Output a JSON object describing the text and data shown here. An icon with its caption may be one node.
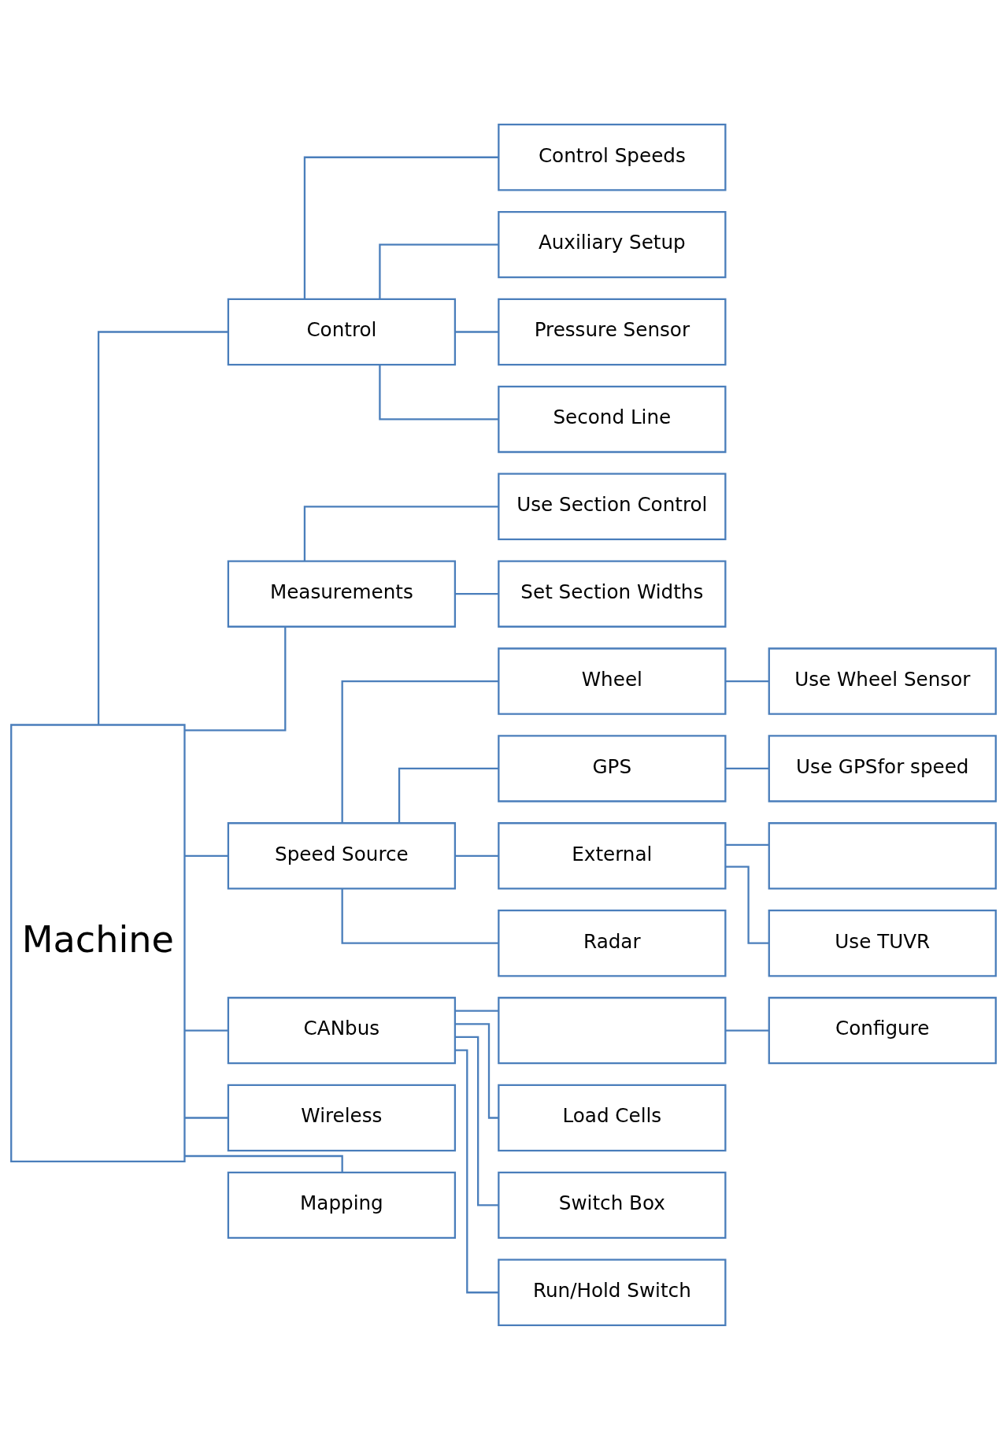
{
  "diagram": {
    "nodes": [
      {
        "text": [
          "Machine"
        ]
      },
      {
        "text": [
          "Control"
        ]
      },
      {
        "text": [
          "Measurements"
        ]
      },
      {
        "text": [
          "Speed Source"
        ]
      },
      {
        "text": [
          "CANbus"
        ]
      },
      {
        "text": [
          "Wireless"
        ]
      },
      {
        "text": [
          "Mapping"
        ]
      },
      {
        "text": [
          "Control Speeds"
        ]
      },
      {
        "text": [
          "Auxiliary Setup"
        ]
      },
      {
        "text": [
          "Pressure Sensor"
        ]
      },
      {
        "text": [
          "Second Line"
        ]
      },
      {
        "text": [
          "Use Section Control"
        ]
      },
      {
        "text": [
          "Set Section Widths"
        ]
      },
      {
        "text": [
          "Wheel"
        ]
      },
      {
        "text": [
          "GPS"
        ]
      },
      {
        "text": [
          "External"
        ]
      },
      {
        "text": [
          "Radar"
        ]
      },
      {
        "text": [],
        "shape": "box"
      },
      {
        "text": [
          "Load Cells"
        ]
      },
      {
        "text": [
          "Switch Box"
        ]
      },
      {
        "text": [
          "Run/Hold Switch"
        ]
      },
      {
        "text": [
          "Use Wheel Sensor"
        ]
      },
      {
        "text": [
          "Use GPSfor speed"
        ]
      },
      {
        "text": [],
        "shape": "box"
      },
      {
        "text": [
          "Use TUVR"
        ]
      },
      {
        "text": [
          "Configure"
        ]
      }
    ],
    "edges": [
      {
        "from": 0,
        "to": 1,
        "arrow": "none"
      },
      {
        "from": 0,
        "to": 2,
        "arrow": "none"
      },
      {
        "from": 0,
        "to": 3,
        "arrow": "none"
      },
      {
        "from": 0,
        "to": 4,
        "arrow": "none"
      },
      {
        "from": 0,
        "to": 5,
        "arrow": "none"
      },
      {
        "from": 0,
        "to": 6,
        "arrow": "none"
      },
      {
        "from": 1,
        "to": 7,
        "arrow": "none"
      },
      {
        "from": 1,
        "to": 8,
        "arrow": "none"
      },
      {
        "from": 1,
        "to": 9,
        "arrow": "none"
      },
      {
        "from": 1,
        "to": 10,
        "arrow": "none"
      },
      {
        "from": 2,
        "to": 11,
        "arrow": "none"
      },
      {
        "from": 2,
        "to": 12,
        "arrow": "none"
      },
      {
        "from": 3,
        "to": 13,
        "arrow": "none"
      },
      {
        "from": 3,
        "to": 14,
        "arrow": "none"
      },
      {
        "from": 3,
        "to": 15,
        "arrow": "none"
      },
      {
        "from": 3,
        "to": 16,
        "arrow": "none"
      },
      {
        "from": 4,
        "to": 17,
        "arrow": "none"
      },
      {
        "from": 4,
        "to": 18,
        "arrow": "none"
      },
      {
        "from": 4,
        "to": 19,
        "arrow": "none"
      },
      {
        "from": 4,
        "to": 20,
        "arrow": "none"
      },
      {
        "from": 13,
        "to": 21,
        "arrow": "none"
      },
      {
        "from": 14,
        "to": 22,
        "arrow": "none"
      },
      {
        "from": 15,
        "to": 23,
        "arrow": "none"
      },
      {
        "from": 15,
        "to": 24,
        "arrow": "none"
      },
      {
        "from": 17,
        "to": 25,
        "arrow": "none"
      }
    ]
  }
}
